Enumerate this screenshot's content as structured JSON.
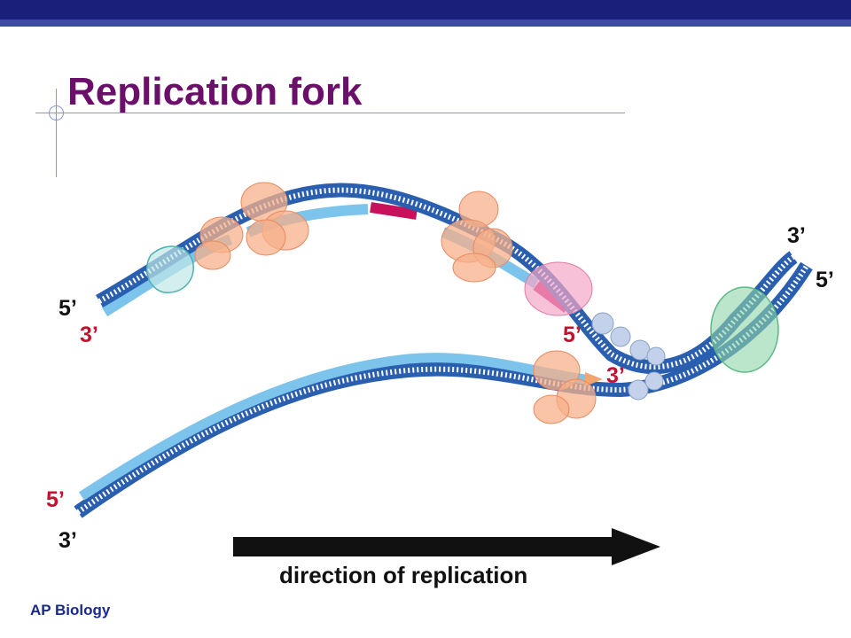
{
  "slide": {
    "title": "Replication fork",
    "footer": "AP Biology"
  },
  "labels": {
    "parent_top_left": "5’",
    "lagging_left": "3’",
    "lagging_okazaki": "5’",
    "leading_tip": "3’",
    "right_top": "3’",
    "right_bottom": "5’",
    "leading_start": "5’",
    "parent_bottom_left": "3’"
  },
  "arrow": {
    "caption": "direction of replication"
  },
  "colors": {
    "title": "#6b0f6b",
    "parent_strand": "#2a5fb0",
    "new_strand": "#7cc4ec",
    "primer": "#c8115a",
    "polymerase": "#f7b08a",
    "helicase": "#8fd6a8",
    "red_label": "#c8102e",
    "footer": "#1a2a8c"
  }
}
